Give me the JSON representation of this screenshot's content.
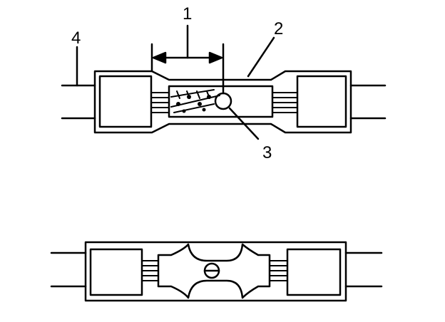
{
  "labels": {
    "one": "1",
    "two": "2",
    "three": "3",
    "four": "4"
  },
  "colors": {
    "ink": "#000000",
    "paper": "#ffffff"
  }
}
